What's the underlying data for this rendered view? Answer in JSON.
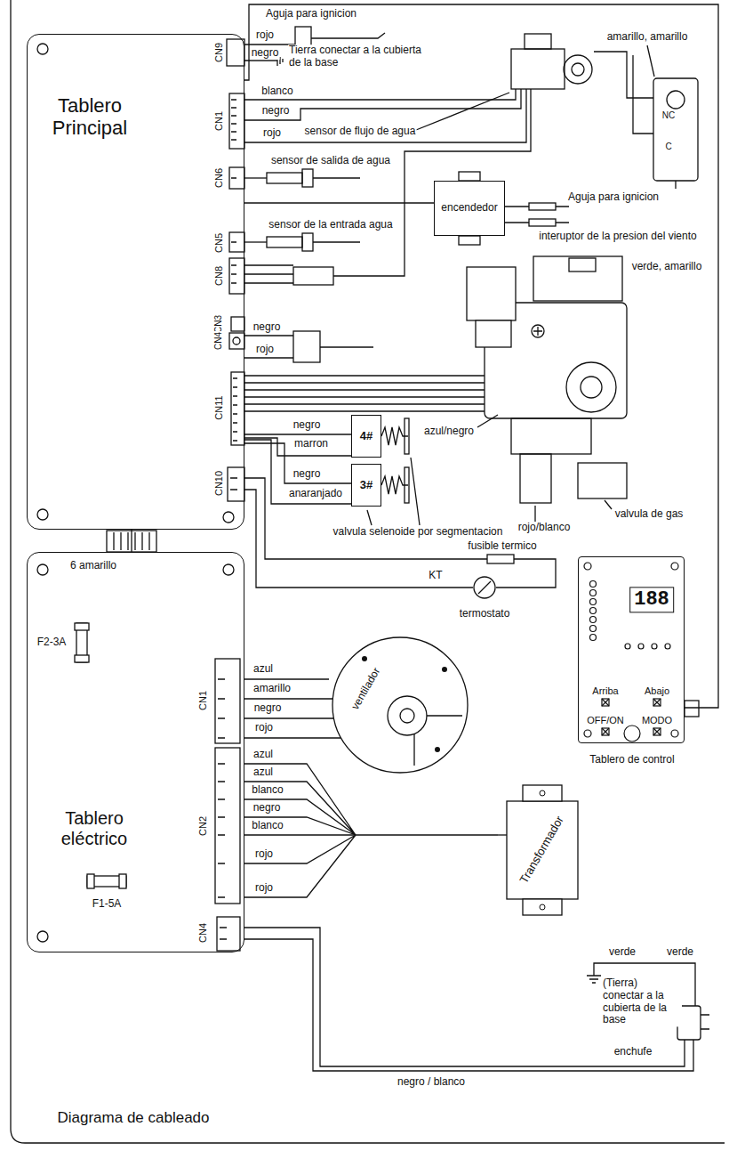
{
  "diagram": {
    "title": "Diagrama de cableado",
    "nodes": [
      {
        "text": [
          "Tablero Principal"
        ]
      },
      {
        "text": [
          "encendedor"
        ]
      },
      {
        "text": [
          "4#"
        ]
      },
      {
        "text": [
          "3#"
        ]
      },
      {
        "text": [
          "Tablero eléctrico"
        ]
      },
      {
        "text": [
          "ventilador"
        ]
      },
      {
        "text": [
          "188",
          "Arriba",
          "Abajo",
          "OFF/ON",
          "MODO",
          "Tablero de control"
        ]
      },
      {
        "text": [
          "Transformador"
        ]
      }
    ],
    "edges": [
      {
        "from": 0,
        "to": 1,
        "arrow": "none"
      },
      {
        "from": 0,
        "to": 2,
        "arrow": "none"
      },
      {
        "from": 0,
        "to": 3,
        "arrow": "none"
      },
      {
        "from": 0,
        "to": 4,
        "arrow": "none"
      },
      {
        "from": 0,
        "to": 6,
        "arrow": "none"
      },
      {
        "from": 4,
        "to": 5,
        "arrow": "none"
      },
      {
        "from": 4,
        "to": 7,
        "arrow": "none"
      }
    ],
    "labels": [
      "rojo",
      "negro",
      "Aguja para ignicion",
      "Tierra conectar a la cubierta de la base",
      "CN9",
      "CN1",
      "blanco",
      "negro",
      "rojo",
      "sensor de flujo de agua",
      "CN6",
      "sensor de salida de agua",
      "CN5",
      "sensor de la entrada agua",
      "CN8",
      "CN3",
      "CN4",
      "negro",
      "rojo",
      "CN11",
      "negro",
      "marron",
      "negro",
      "anaranjado",
      "CN10",
      "azul/negro",
      "rojo/blanco",
      "valvula de gas",
      "valvula selenoide por segmentacion",
      "verde, amarillo",
      "amarillo, amarillo",
      "NC",
      "C",
      "Aguja para ignicion",
      "interuptor de la presion del viento",
      "fusible termico",
      "KT",
      "termostato",
      "6 amarillo",
      "F2-3A",
      "CN1",
      "azul",
      "amarillo",
      "negro",
      "rojo",
      "CN2",
      "azul",
      "azul",
      "blanco",
      "negro",
      "blanco",
      "rojo",
      "rojo",
      "CN4",
      "F1-5A",
      "verde",
      "verde",
      "(Tierra) conectar a la cubierta de la base",
      "enchufe",
      "negro / blanco"
    ]
  }
}
